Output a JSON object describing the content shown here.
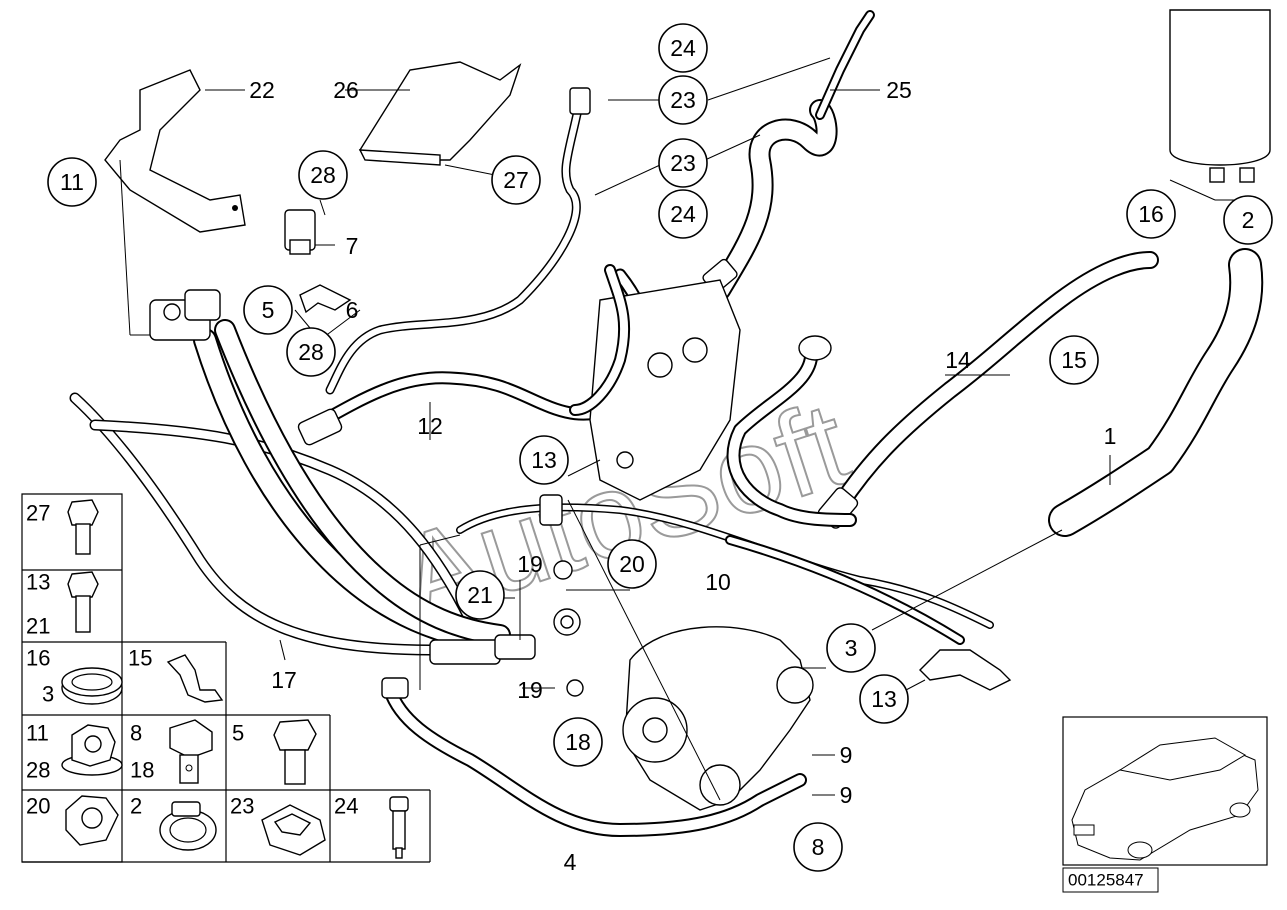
{
  "diagram": {
    "watermark": "AutoSoft",
    "document_number": "00125847",
    "callouts_circled": [
      {
        "id": "c24a",
        "label": "24"
      },
      {
        "id": "c23a",
        "label": "23"
      },
      {
        "id": "c23b",
        "label": "23"
      },
      {
        "id": "c24b",
        "label": "24"
      },
      {
        "id": "c11",
        "label": "11"
      },
      {
        "id": "c28a",
        "label": "28"
      },
      {
        "id": "c27",
        "label": "27"
      },
      {
        "id": "c5",
        "label": "5"
      },
      {
        "id": "c28b",
        "label": "28"
      },
      {
        "id": "c16",
        "label": "16"
      },
      {
        "id": "c2",
        "label": "2"
      },
      {
        "id": "c15",
        "label": "15"
      },
      {
        "id": "c13a",
        "label": "13"
      },
      {
        "id": "c20",
        "label": "20"
      },
      {
        "id": "c21",
        "label": "21"
      },
      {
        "id": "c3",
        "label": "3"
      },
      {
        "id": "c13b",
        "label": "13"
      },
      {
        "id": "c18",
        "label": "18"
      },
      {
        "id": "c8",
        "label": "8"
      }
    ],
    "callouts_plain": [
      {
        "id": "p22",
        "label": "22"
      },
      {
        "id": "p26",
        "label": "26"
      },
      {
        "id": "p25",
        "label": "25"
      },
      {
        "id": "p7",
        "label": "7"
      },
      {
        "id": "p6",
        "label": "6"
      },
      {
        "id": "p12",
        "label": "12"
      },
      {
        "id": "p14",
        "label": "14"
      },
      {
        "id": "p1",
        "label": "1"
      },
      {
        "id": "p19a",
        "label": "19"
      },
      {
        "id": "p10",
        "label": "10"
      },
      {
        "id": "p17",
        "label": "17"
      },
      {
        "id": "p19b",
        "label": "19"
      },
      {
        "id": "p9a",
        "label": "9"
      },
      {
        "id": "p9b",
        "label": "9"
      },
      {
        "id": "p4",
        "label": "4"
      }
    ],
    "legend_cells": [
      {
        "id": "l27",
        "labels": [
          "27"
        ]
      },
      {
        "id": "l13",
        "labels": [
          "13",
          "21"
        ]
      },
      {
        "id": "l16",
        "labels": [
          "16",
          "3"
        ]
      },
      {
        "id": "l15",
        "labels": [
          "15"
        ]
      },
      {
        "id": "l11",
        "labels": [
          "11",
          "28"
        ]
      },
      {
        "id": "l8",
        "labels": [
          "8",
          "18"
        ]
      },
      {
        "id": "l5",
        "labels": [
          "5"
        ]
      },
      {
        "id": "l20",
        "labels": [
          "20"
        ]
      },
      {
        "id": "l2",
        "labels": [
          "2"
        ]
      },
      {
        "id": "l23",
        "labels": [
          "23"
        ]
      },
      {
        "id": "l24",
        "labels": [
          "24"
        ]
      }
    ]
  }
}
